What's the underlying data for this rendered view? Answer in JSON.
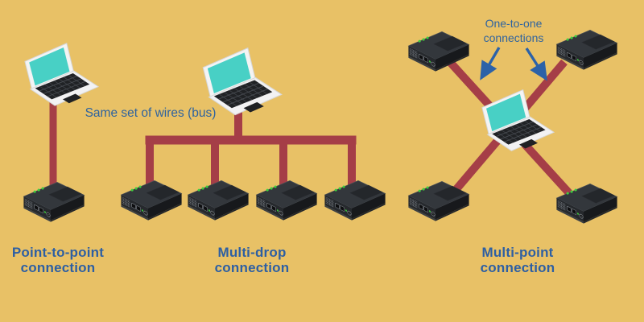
{
  "diagram": {
    "colors": {
      "background": "#e8c166",
      "wire": "#a53e47",
      "label_text": "#2d5fa3",
      "note_text": "#2e639f",
      "arrow": "#2c62a8",
      "laptop_screen": "#48d0c5",
      "device_body": "#33373c",
      "led_green": "#3ecf3e"
    },
    "notes": {
      "bus": "Same set of wires (bus)",
      "one_to_one_line1": "One-to-one",
      "one_to_one_line2": "connections"
    },
    "sections": [
      {
        "label_line1": "Point-to-point",
        "label_line2": "connection",
        "laptops": 1,
        "modems": 1
      },
      {
        "label_line1": "Multi-drop",
        "label_line2": "connection",
        "laptops": 1,
        "modems": 4
      },
      {
        "label_line1": "Multi-point",
        "label_line2": "connection",
        "laptops": 1,
        "modems": 4
      }
    ]
  }
}
